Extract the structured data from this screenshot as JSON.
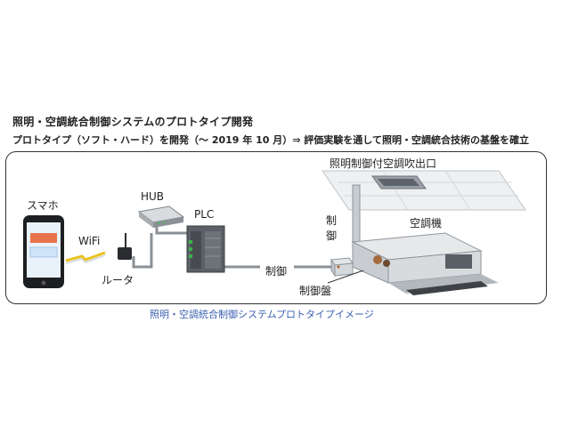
{
  "heading": "照明・空調統合制御システムのプロトタイプ開発",
  "subheading": "プロトタイプ（ソフト・ハード）を開発（～ 2019 年 10 月）⇒ 評価実験を通して照明・空調統合技術の基盤を確立",
  "labels": {
    "smartphone": "スマホ",
    "wifi": "WiFi",
    "router": "ルータ",
    "hub": "HUB",
    "plc": "PLC",
    "control_h": "制御",
    "control_v": "制御",
    "control_panel": "制御盤",
    "air_conditioner": "空調機",
    "ceiling_outlet": "照明制御付空調吹出口"
  },
  "caption": "照明・空調統合制御システムプロトタイプイメージ",
  "colors": {
    "caption": "#3a5fb0",
    "phone_button": "#e8734a",
    "phone_screen": "#cfe4f7",
    "wifi_bolt": "#e8c21f"
  }
}
